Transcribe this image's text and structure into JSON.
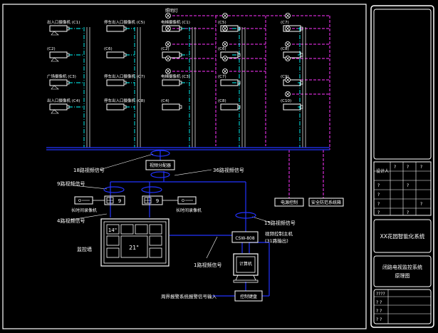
{
  "colors": {
    "background": "#000000",
    "frame": "#ffffff",
    "bus": "#2233ff",
    "video": "#00ffff",
    "power": "#ffffff",
    "control": "#ff33ff",
    "alarm": "#ffff00"
  },
  "cameras": {
    "col1": [
      {
        "label": "出入口摄像机",
        "code": "(C1)"
      },
      {
        "label": "",
        "code": "(C2)"
      },
      {
        "label": "广场摄像机",
        "code": "(C3)"
      },
      {
        "label": "出入口摄像机",
        "code": "(C4)"
      }
    ],
    "col2": [
      {
        "label": "停车出入口摄像机",
        "code": "(C5)"
      },
      {
        "label": "",
        "code": "(C6)"
      },
      {
        "label": "停车出入口摄像机",
        "code": "(C7)"
      },
      {
        "label": "停车出入口摄像机",
        "code": "(C8)"
      }
    ],
    "col3": [
      {
        "label": "电梯摄像机",
        "code": "(C1)"
      },
      {
        "label": "",
        "code": "(C2)"
      },
      {
        "label": "电梯摄像机",
        "code": "(C3)"
      },
      {
        "label": "",
        "code": "(C4)"
      }
    ],
    "col4": [
      {
        "label": "",
        "code": "(C5)"
      },
      {
        "label": "",
        "code": "(C6)"
      },
      {
        "label": "",
        "code": "(C7)"
      },
      {
        "label": "",
        "code": "(C8)"
      }
    ],
    "col5": [
      {
        "label": "",
        "code": "(C7)"
      },
      {
        "label": "",
        "code": "(C8)"
      },
      {
        "label": "",
        "code": "(C9)"
      },
      {
        "label": "",
        "code": "(C10)"
      }
    ]
  },
  "top_label": "照明灯",
  "labels": {
    "cable18": "18路视频信号",
    "splitter": "视频分配器",
    "cable36": "36路视频信号",
    "cable9": "9路视频信号",
    "cable4": "4路视频信号",
    "cable15": "15路视频信号",
    "cable1": "1路视频信号",
    "quad1": "9",
    "quad2": "9",
    "vcr_left": "长时间录像机",
    "vcr_right": "长时间录像机",
    "monitor_wall": "监控墙",
    "mon14": "14\"",
    "mon21": "21\"",
    "matrix": "CSW-808",
    "matrix_desc": "视频控制主机",
    "matrix_desc2": "(31路输出)",
    "computer": "计算机",
    "keyboard": "控制键盘",
    "alarm_input": "周界报警系统报警信号输入",
    "power_box": "电源控制",
    "alarm_box": "安全防范系统箱"
  },
  "title_block": {
    "project": "XX花园智能化系统",
    "drawing_name": "闭路电视监控系统",
    "drawing_sub": "原理图",
    "designer_row": "设计人",
    "rows": [
      "?",
      "?",
      "?",
      "?"
    ],
    "bottom_rows": [
      "????",
      "?  ?",
      "?  ?",
      "?  ?"
    ]
  }
}
